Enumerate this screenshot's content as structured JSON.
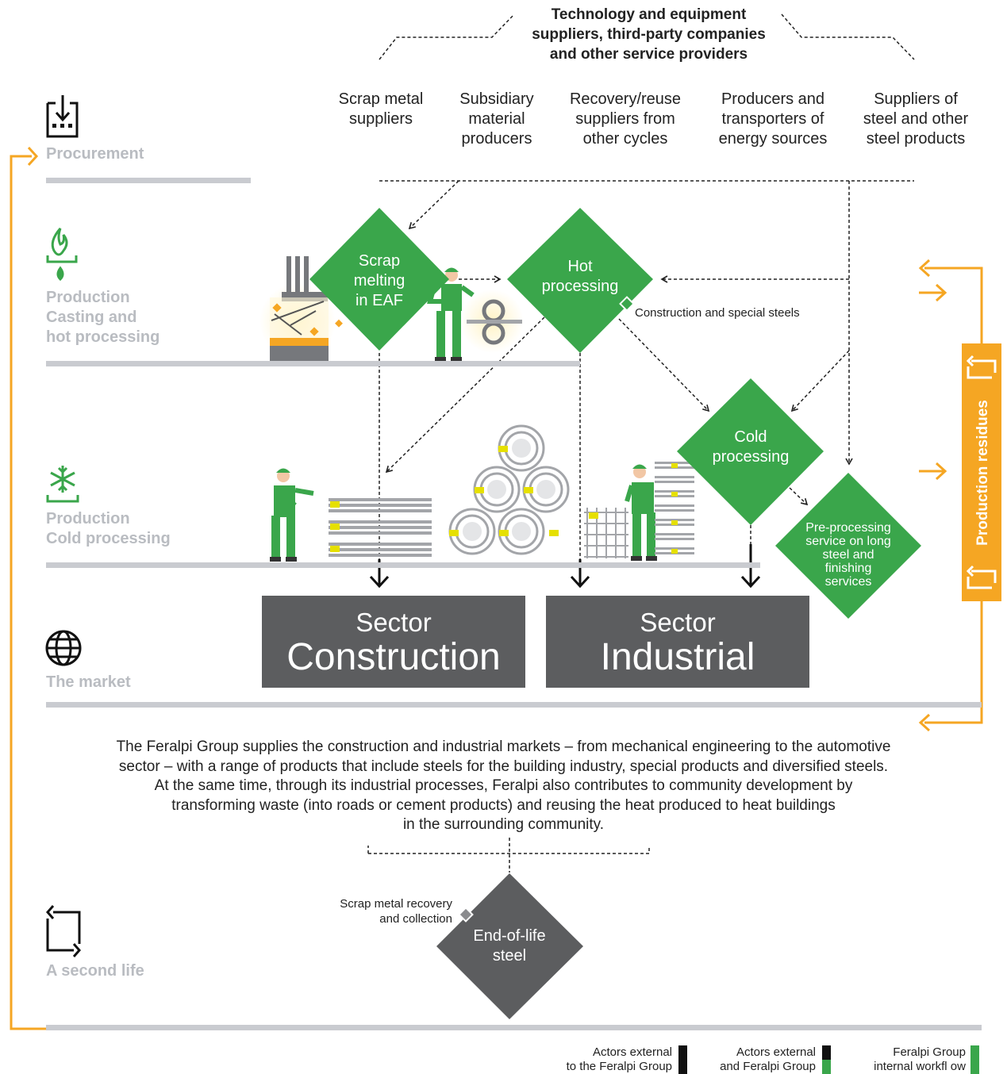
{
  "header": {
    "line1": "Technology and equipment",
    "line2": "suppliers, third-party companies",
    "line3": "and other service providers"
  },
  "suppliers": [
    "Scrap metal\nsuppliers",
    "Subsidiary\nmaterial\nproducers",
    "Recovery/reuse\nsuppliers from\nother cycles",
    "Producers and\ntransporters of\nenergy sources",
    "Suppliers of\nsteel and other\nsteel products"
  ],
  "stages": {
    "procurement": "Procurement",
    "casting": {
      "l1": "Production",
      "l2": "Casting and",
      "l3": "hot processing"
    },
    "cold": {
      "l1": "Production",
      "l2": "Cold processing"
    },
    "market": "The market",
    "second_life": "A second life"
  },
  "processes": {
    "scrap_melting": "Scrap\nmelting\nin EAF",
    "hot_processing": "Hot\nprocessing",
    "cold_processing": "Cold\nprocessing",
    "pre_processing": "Pre-processing\nservice on long\nsteel and\nfinishing\nservices",
    "end_of_life": "End-of-life\nsteel"
  },
  "annotations": {
    "construction_special": "Construction and special steels",
    "scrap_recovery": "Scrap metal recovery\nand collection"
  },
  "sectors": {
    "construction": {
      "l1": "Sector",
      "l2": "Construction"
    },
    "industrial": {
      "l1": "Sector",
      "l2": "Industrial"
    }
  },
  "residues_label": "Production residues",
  "description": {
    "l1": "The Feralpi Group supplies the construction and industrial markets – from mechanical engineering to the automotive",
    "l2": "sector – with a range of products that include steels for the building industry, special products and diversified steels.",
    "l3": "At the same time, through its industrial processes, Feralpi also contributes to community development by",
    "l4": "transforming waste (into roads or cement products) and reusing the heat produced to heat buildings",
    "l5": "in the surrounding community."
  },
  "legend": [
    {
      "l1": "Actors external",
      "l2": "to the Feralpi Group"
    },
    {
      "l1": "Actors external",
      "l2": "and Feralpi Group"
    },
    {
      "l1": "Feralpi Group",
      "l2": "internal workfl ow"
    }
  ],
  "colors": {
    "green": "#3aa64b",
    "orange": "#f5a623",
    "dark_gray": "#5c5d5f",
    "light_gray": "#b9bcc1"
  }
}
